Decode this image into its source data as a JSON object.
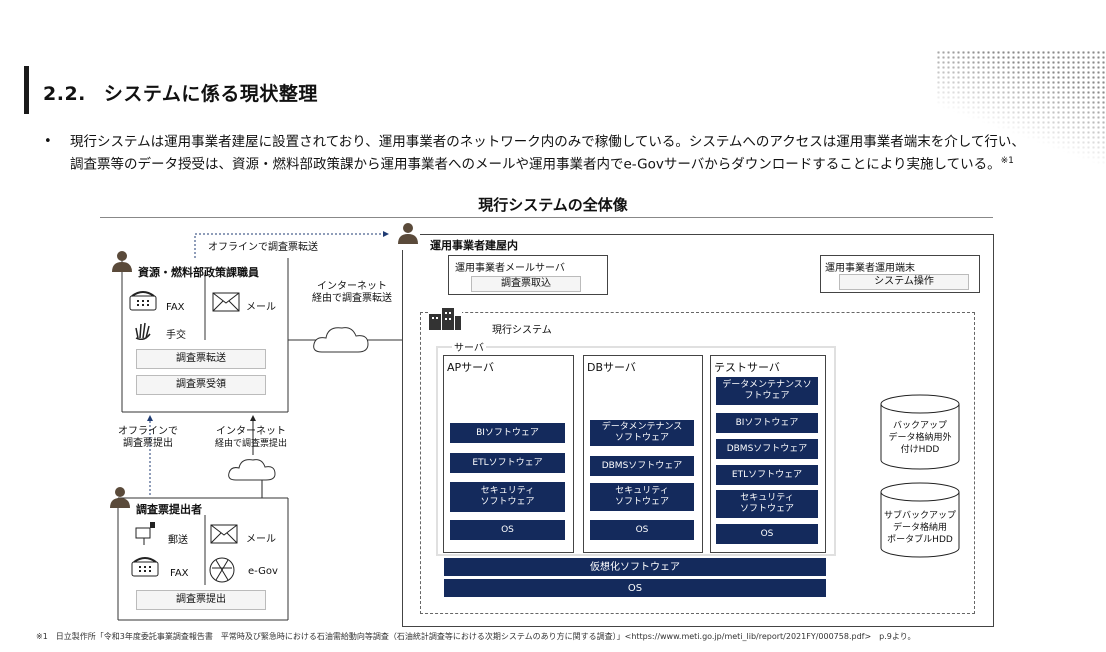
{
  "section": {
    "number": "2.2.",
    "title": "システムに係る現状整理"
  },
  "body": {
    "bullet": "•",
    "text": "現行システムは運用事業者建屋に設置されており、運用事業者のネットワーク内のみで稼働している。システムへのアクセスは運用事業者端末を介して行い、調査票等のデータ授受は、資源・燃料部政策課から運用事業者へのメールや運用事業者内でe-Govサーバからダウンロードすることにより実施している。",
    "note_mark": "※1"
  },
  "diagram": {
    "title": "現行システムの全体像",
    "offline_transfer": "オフラインで調査票転送",
    "internet_transfer_1": "インターネット",
    "internet_transfer_2": "経由で調査票転送",
    "staff": {
      "title": "資源・燃料部政策課職員",
      "fax": "FAX",
      "mail": "メール",
      "handoff": "手交",
      "btn_transfer": "調査票転送",
      "btn_receive": "調査票受領"
    },
    "offline_submit_1": "オフラインで",
    "offline_submit_2": "調査票提出",
    "internet_submit_1": "インターネット",
    "internet_submit_2": "経由で調査票提出",
    "submitter": {
      "title": "調査票提出者",
      "post": "郵送",
      "mail": "メール",
      "fax": "FAX",
      "egov": "e-Gov",
      "btn_submit": "調査票提出"
    },
    "building": {
      "title": "運用事業者建屋内",
      "mail_server": "運用事業者メールサーバ",
      "mail_server_action": "調査票取込",
      "terminal": "運用事業者運用端末",
      "terminal_action": "システム操作",
      "current_system": "現行システム",
      "server_group": "サーバ",
      "ap": {
        "title": "APサーバ",
        "items": [
          "BIソフトウェア",
          "ETLソフトウェア",
          "セキュリティ\nソフトウェア",
          "OS"
        ]
      },
      "db": {
        "title": "DBサーバ",
        "items": [
          "データメンテナンス\nソフトウェア",
          "DBMSソフトウェア",
          "セキュリティ\nソフトウェア",
          "OS"
        ]
      },
      "test": {
        "title": "テストサーバ",
        "items": [
          "データメンテナンスソ\nフトウェア",
          "BIソフトウェア",
          "DBMSソフトウェア",
          "ETLソフトウェア",
          "セキュリティ\nソフトウェア",
          "OS"
        ]
      },
      "virtualization": "仮想化ソフトウェア",
      "os": "OS",
      "hdd_backup": "バックアップ\nデータ格納用外\n付けHDD",
      "hdd_sub": "サブバックアップ\nデータ格納用\nポータブルHDD"
    }
  },
  "footnote": "※1　日立製作所「令和3年度委託事業調査報告書　平常時及び緊急時における石油需給動向等調査（石油統計調査等における次期システムのあり方に関する調査）」<https://www.meti.go.jp/meti_lib/report/2021FY/000758.pdf>　p.9より。"
}
